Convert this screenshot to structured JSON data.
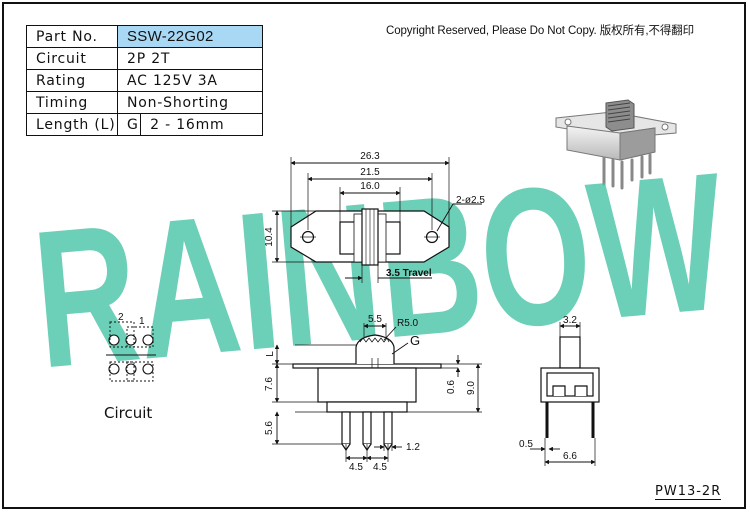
{
  "spec_table": {
    "model_label": "Part No.",
    "model_value": "SSW-22G02",
    "rows": [
      {
        "label": "Circuit",
        "value": "2P 2T"
      },
      {
        "label": "Rating",
        "value": "AC 125V 3A"
      },
      {
        "label": "Timing",
        "value": "Non-Shorting"
      }
    ],
    "length_label": "Length (L)",
    "length_code": "G",
    "length_value": "2 - 16mm"
  },
  "copyright": "Copyright Reserved, Please Do Not Copy. 版权所有,不得翻印",
  "watermark": "RAINBOW",
  "drawing_code": "PW13-2R",
  "circuit": {
    "title": "Circuit",
    "pin_2": "2",
    "pin_1": "1"
  },
  "top_view": {
    "dim_overall": "26.3",
    "dim_holes": "21.5",
    "dim_body": "16.0",
    "dim_height": "10.4",
    "hole_note": "2-ø2.5",
    "travel": "3.5 Travel"
  },
  "side_view": {
    "dim_actuator": "5.5",
    "radius": "R5.0",
    "g_mark": "G",
    "l_mark": "L",
    "dim_body_h": "7.6",
    "dim_pin_len": "5.6",
    "dim_plate": "0.6",
    "dim_total": "9.0",
    "dim_pin_w": "1.2",
    "pitch_left": "4.5",
    "pitch_right": "4.5"
  },
  "end_view": {
    "dim_actuator": "3.2",
    "dim_pin": "0.5",
    "dim_span": "6.6"
  },
  "colors": {
    "model_fill": "#a9d8f5",
    "watermark": "#43c2a3"
  }
}
